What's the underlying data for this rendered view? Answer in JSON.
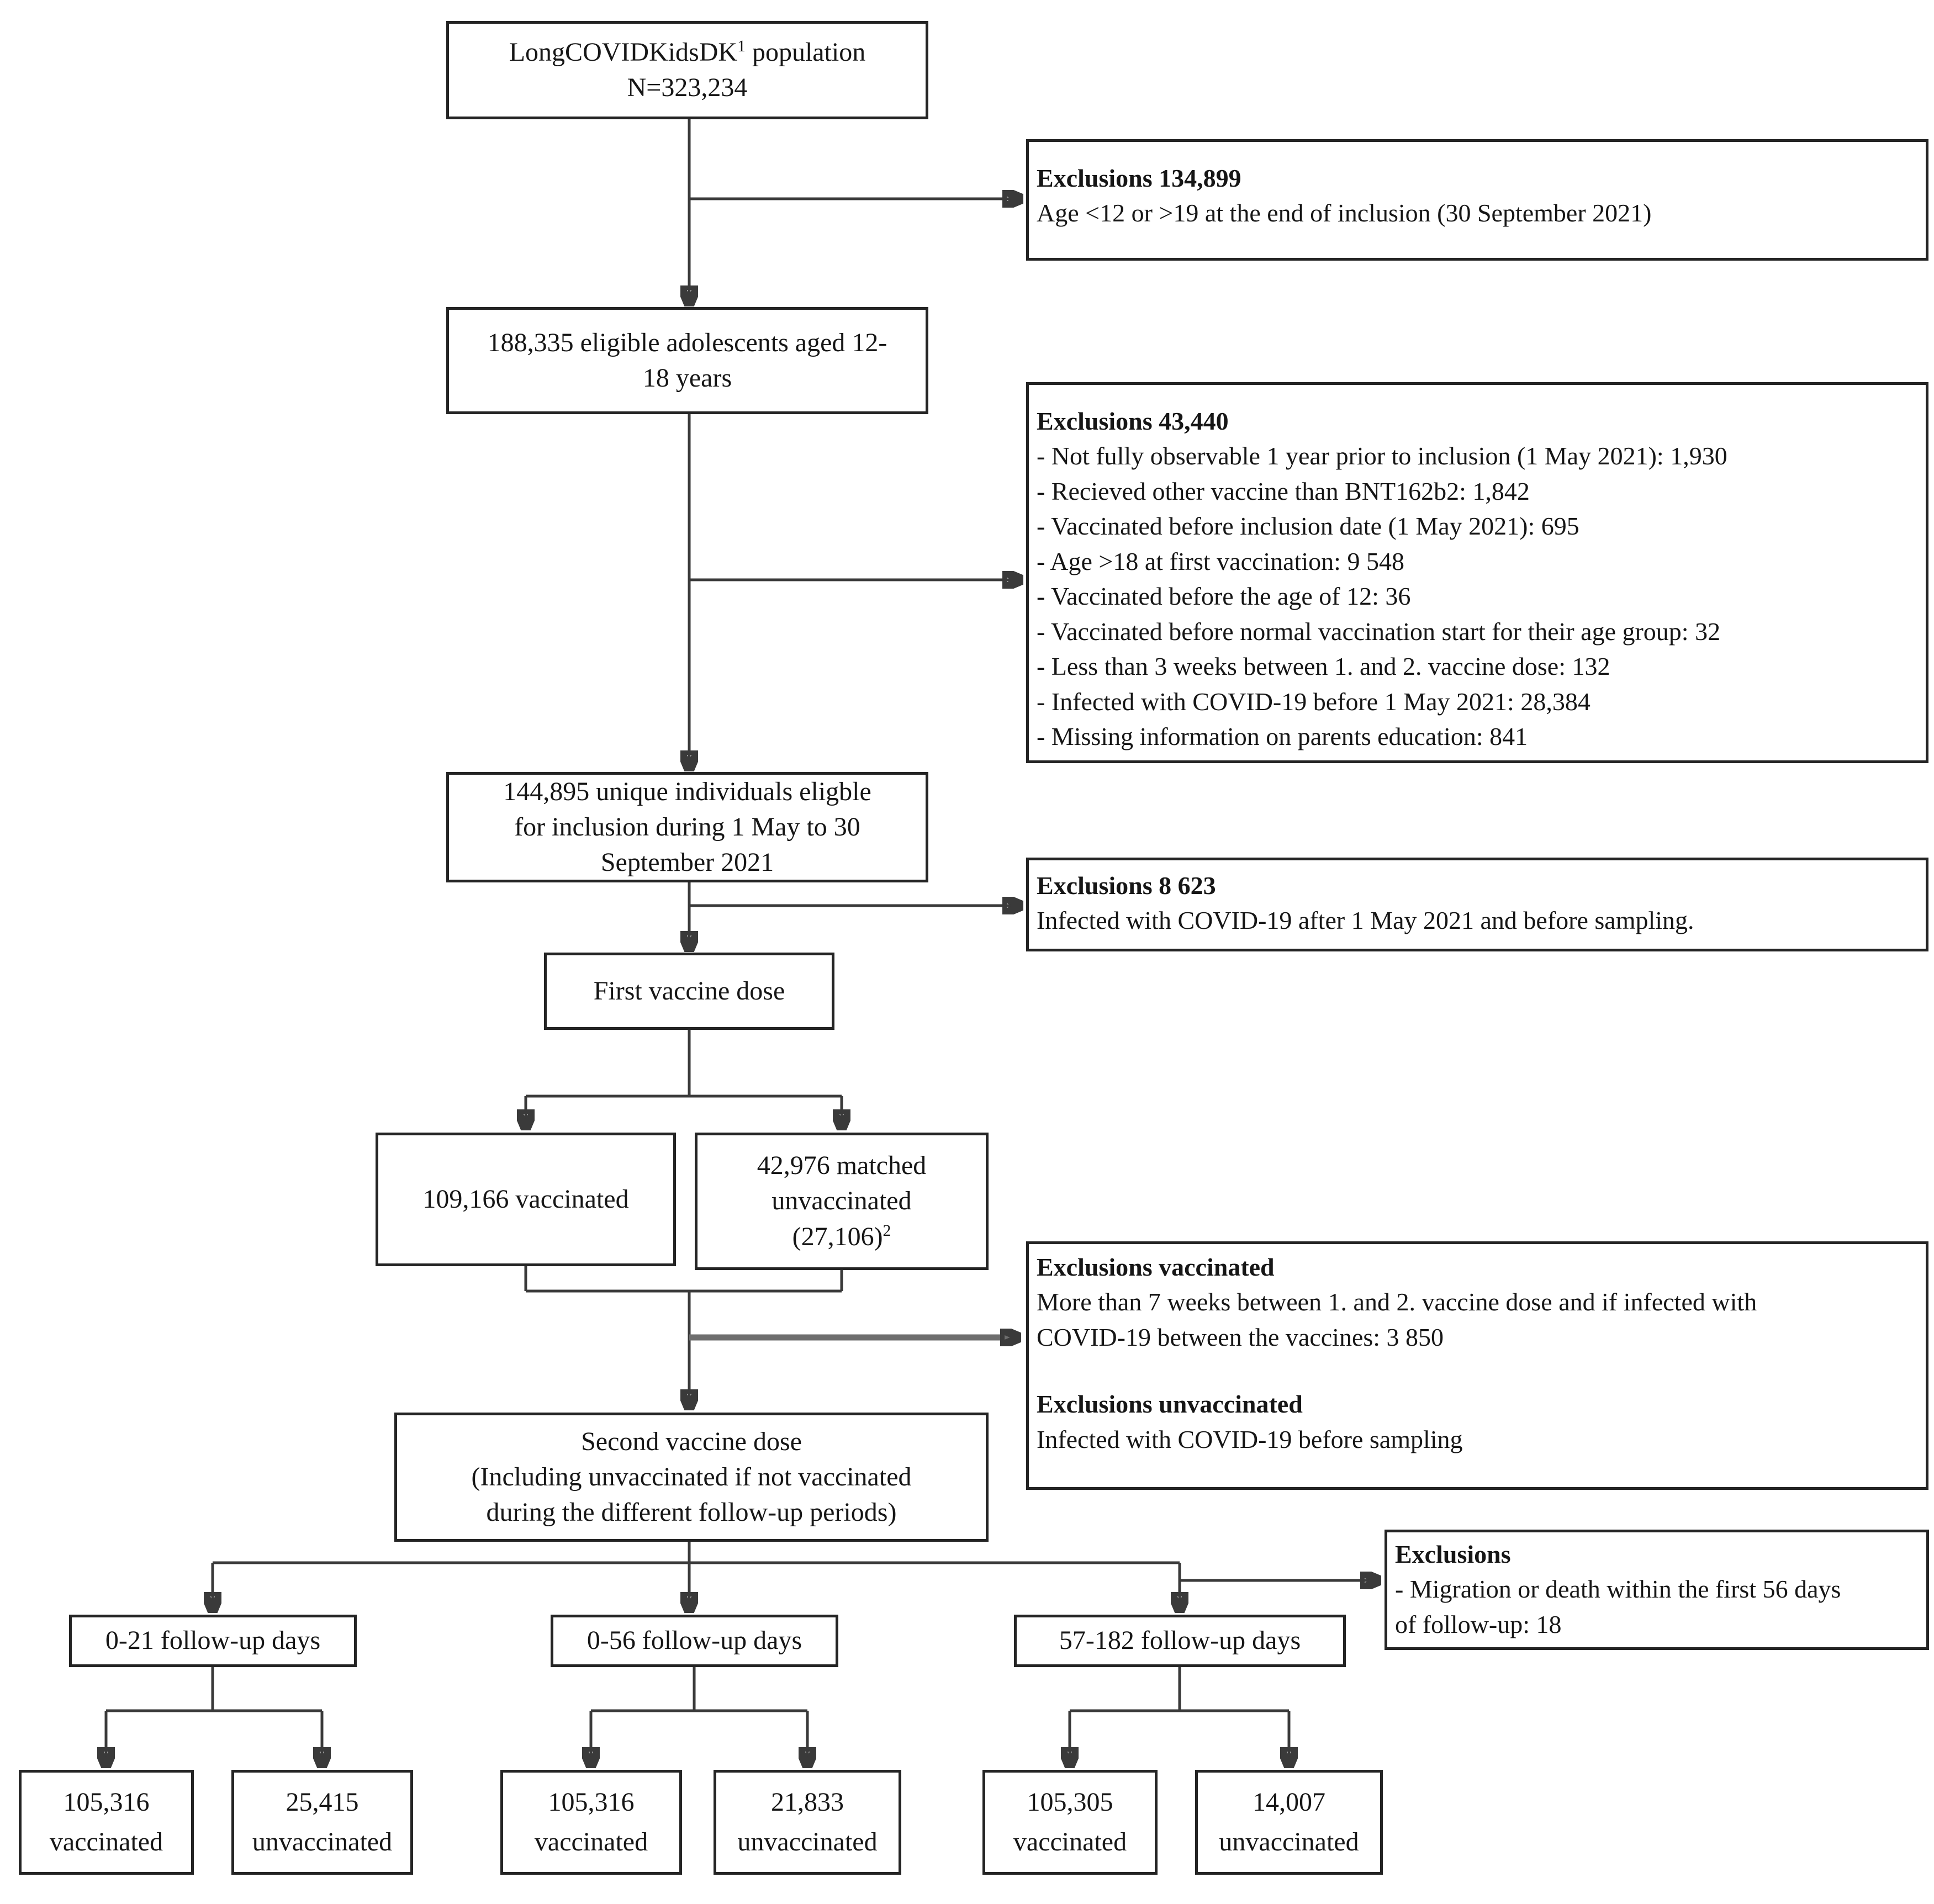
{
  "figure": {
    "background": "#ffffff",
    "box_border_color": "#242424",
    "line_color": "#3a3a3a",
    "arrow_color": "#111111"
  },
  "boxes": {
    "population": {
      "name": "LongCOVIDKidsDK",
      "footnote_sup": "1",
      "name_suffix": " population",
      "count": "N=323,234"
    },
    "eligible": {
      "line1": "188,335 eligible adolescents aged 12-",
      "line2": "18 years"
    },
    "unique": {
      "line1": "144,895 unique individuals eligble",
      "line2": "for inclusion during 1 May to 30",
      "line3": "September 2021"
    },
    "first_dose": {
      "label": "First vaccine dose"
    },
    "vaccinated": {
      "label": "109,166 vaccinated"
    },
    "matched_unvaccinated": {
      "line1": "42,976 matched",
      "line2": "unvaccinated",
      "paren": "(27,106)",
      "footnote_sup": "2"
    },
    "second_dose": {
      "line1": "Second vaccine dose",
      "line2": "(Including unvaccinated if not vaccinated",
      "line3": "during the different follow-up periods)"
    },
    "followup_0_21": {
      "label": "0-21 follow-up days"
    },
    "followup_0_56": {
      "label": "0-56 follow-up days"
    },
    "followup_57_182": {
      "label": "57-182 follow-up days"
    },
    "f21_vaccinated": {
      "count": "105,316",
      "label": "vaccinated"
    },
    "f21_unvaccinated": {
      "count": "25,415",
      "label": "unvaccinated"
    },
    "f56_vaccinated": {
      "count": "105,316",
      "label": "vaccinated"
    },
    "f56_unvaccinated": {
      "count": "21,833",
      "label": "unvaccinated"
    },
    "f182_vaccinated": {
      "count": "105,305",
      "label": "vaccinated"
    },
    "f182_unvaccinated": {
      "count": "14,007",
      "label": "unvaccinated"
    }
  },
  "exclusions": {
    "age": {
      "title": "Exclusions 134,899",
      "line1": "Age <12 or >19 at the end of inclusion (30 September 2021)"
    },
    "eligibility": {
      "title": "Exclusions 43,440",
      "items": [
        "- Not fully observable 1 year prior to inclusion (1 May 2021): 1,930",
        "- Recieved other vaccine than BNT162b2: 1,842",
        "- Vaccinated before inclusion date (1 May 2021): 695",
        "- Age >18 at first vaccination: 9 548",
        "- Vaccinated before the age of 12: 36",
        "- Vaccinated before normal vaccination start for their age group: 32",
        "- Less than 3 weeks between 1. and 2. vaccine dose: 132",
        "- Infected with COVID-19 before 1 May 2021: 28,384",
        "- Missing information on parents education: 841"
      ]
    },
    "infection": {
      "title": "Exclusions 8 623",
      "line1": "Infected with COVID-19 after 1 May 2021 and before sampling."
    },
    "dose2": {
      "title_vaccinated": "Exclusions vaccinated",
      "vaccinated_line1": "More than 7 weeks between 1. and 2. vaccine dose and if infected with",
      "vaccinated_line2": "COVID-19 between the vaccines: 3 850",
      "title_unvaccinated": "Exclusions unvaccinated",
      "unvaccinated_line1": "Infected with COVID-19 before sampling"
    },
    "followup": {
      "title": "Exclusions",
      "line1": "- Migration or death within the first 56 days",
      "line2": "of follow-up: 18"
    }
  }
}
